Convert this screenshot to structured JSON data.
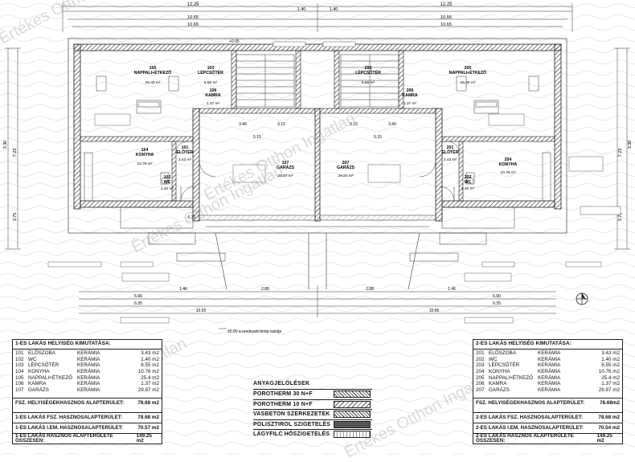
{
  "watermark": "Értékes Otthon Ingatlan",
  "dimensions": {
    "top_total_1": "12.25",
    "top_total_2": "12.25",
    "top_sub": [
      "1.40",
      "1.40"
    ],
    "top_row2": [
      "10.55",
      "10.55"
    ],
    "top_row3": [
      "10.65",
      "10.65"
    ],
    "side_left": [
      "3.30",
      "7.23",
      "3.75"
    ],
    "side_right": [
      "3.30",
      "7.23",
      "3.75"
    ],
    "bottom_row1": [
      "1.46",
      "2.88",
      "2.88",
      "1.46"
    ],
    "bottom_row2": [
      "5.90",
      "5.90"
    ],
    "bottom_row3": [
      "6.35",
      "6.35"
    ],
    "bottom_row4": [
      "10.65",
      "10.65"
    ],
    "inner": [
      "3.40",
      "3.15",
      "3.15",
      "3.40",
      "5.15",
      "5.15"
    ]
  },
  "annotations": {
    "level_plus": "+0.05",
    "level_minus": "±0.00 a rendezett terep szintje",
    "level_garage": "-0.32"
  },
  "rooms": [
    {
      "code": "105",
      "name": "NAPPALI+ÉTKEZŐ",
      "area": "25.40 m²"
    },
    {
      "code": "103",
      "name": "LÉPCSŐTÉR",
      "area": "6.55 m²"
    },
    {
      "code": "106",
      "name": "KAMRA",
      "area": "1.37 m²"
    },
    {
      "code": "104",
      "name": "KONYHA",
      "area": "10.76 m²"
    },
    {
      "code": "101",
      "name": "ELŐTÉR",
      "area": "3.43 m²"
    },
    {
      "code": "102",
      "name": "WC",
      "area": "1.40 m²"
    },
    {
      "code": "107",
      "name": "GARÁZS",
      "area": "29.87 m²"
    },
    {
      "code": "207",
      "name": "GARÁZS",
      "area": "29.87 m²"
    },
    {
      "code": "205",
      "name": "NAPPALI+ÉTKEZŐ",
      "area": "25.40 m²"
    },
    {
      "code": "203",
      "name": "LÉPCSŐTÉR",
      "area": "6.55 m²"
    },
    {
      "code": "206",
      "name": "KAMRA",
      "area": "1.37 m²"
    },
    {
      "code": "204",
      "name": "KONYHA",
      "area": "10.76 m²"
    },
    {
      "code": "201",
      "name": "ELŐTÉR",
      "area": "3.43 m²"
    },
    {
      "code": "202",
      "name": "WC",
      "area": "1.40 m²"
    }
  ],
  "table1": {
    "title": "1-ES LAKÁS HELYISÉG KIMUTATÁSA:",
    "rows": [
      {
        "code": "101",
        "name": "ELŐSZOBA",
        "mat": "KERÁMIA",
        "area": "3.43  m2"
      },
      {
        "code": "102",
        "name": "WC",
        "mat": "KERÁMIA",
        "area": "1.40  m2"
      },
      {
        "code": "103",
        "name": "LÉPCSŐTÉR",
        "mat": "KERÁMIA",
        "area": "6.55  m2"
      },
      {
        "code": "104",
        "name": "KONYHA",
        "mat": "KERÁMIA",
        "area": "10.76  m2"
      },
      {
        "code": "105",
        "name": "NAPPALI+ÉTKEZŐ",
        "mat": "KERÁMIA",
        "area": "25.4  m2"
      },
      {
        "code": "106",
        "name": "KAMRA",
        "mat": "KERÁMIA",
        "area": "1.37  m2"
      },
      {
        "code": "107",
        "name": "GARÁZS",
        "mat": "KERÁMIA",
        "area": "29.87  m2"
      }
    ],
    "sum_label": "FSZ. HELYISÉGEKHASZNOS ALAPTERÜLET:",
    "sum_value": "78.68 m2",
    "totals": [
      {
        "label": "1-ES LAKÁS FSZ. HASZNOSALAPTERÜLET:",
        "value": "78.68 m2"
      },
      {
        "label": "1-ES LAKÁS I.EM. HASZNOSALAPTERÜLET:",
        "value": "70.57 m2"
      },
      {
        "label": "1-ES LAKÁS HASZNOS ALAPTERÜLETE ÖSSZESEN:",
        "value": "149.25 m2"
      }
    ]
  },
  "table2": {
    "title": "2-ES LAKÁS HELYISÉG KIMUTATÁSA:",
    "rows": [
      {
        "code": "201",
        "name": "ELŐSZOBA",
        "mat": "KERÁMIA",
        "area": "3.43  m2"
      },
      {
        "code": "202",
        "name": "WC",
        "mat": "KERÁMIA",
        "area": "1.40  m2"
      },
      {
        "code": "203",
        "name": "LÉPCSŐTÉR",
        "mat": "KERÁMIA",
        "area": "6.55  m2"
      },
      {
        "code": "204",
        "name": "KONYHA",
        "mat": "KERÁMIA",
        "area": "10.76  m2"
      },
      {
        "code": "205",
        "name": "NAPPALI+ÉTKEZŐ",
        "mat": "KERÁMIA",
        "area": "25.4  m2"
      },
      {
        "code": "206",
        "name": "KAMRA",
        "mat": "KERÁMIA",
        "area": "1.37  m2"
      },
      {
        "code": "207",
        "name": "GARÁZS",
        "mat": "KERÁMIA",
        "area": "29.87  m2"
      }
    ],
    "sum_label": "FSZ. HELYISÉGEKHASZNOS ALAPTERÜLET:",
    "sum_value": "78.68m2",
    "totals": [
      {
        "label": "2-ES LAKÁS FSZ. HASZNOSALAPTERÜLET:",
        "value": "78.68 m2"
      },
      {
        "label": "2-ES LAKÁS I.EM. HASZNOSALAPTERÜLET:",
        "value": "70.54 m2"
      },
      {
        "label": "2-ES LAKÁS HASZNOS ALAPTERÜLETE ÖSSZESEN:",
        "value": "149.25 m2"
      }
    ]
  },
  "legend": {
    "title": "ANYAGJELÖLÉSEK",
    "items": [
      {
        "label": "POROTHERM 30 N+F"
      },
      {
        "label": "POROTHERM 10 N+F"
      },
      {
        "label": "VASBETON SZERKEZETEK"
      },
      {
        "label": "POLISZTIROL SZIGETELÉS"
      },
      {
        "label": "LÁGYFILC HŐSZIGETELÉS"
      }
    ]
  }
}
